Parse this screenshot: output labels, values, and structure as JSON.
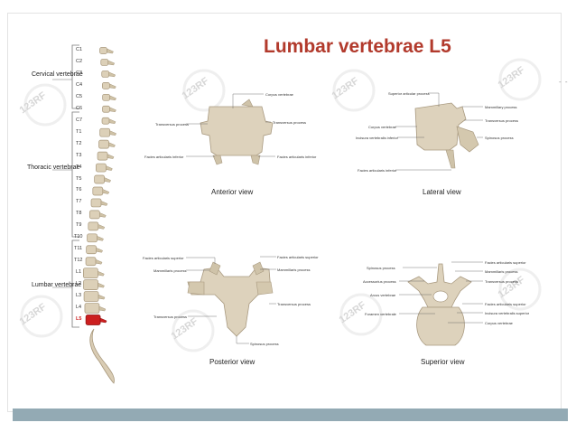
{
  "slide": {
    "title": "Lumbar vertebrae L5",
    "corner_mark": "- -"
  },
  "spine": {
    "regions": [
      {
        "id": "cervical",
        "label": "Cervical vertebrae"
      },
      {
        "id": "thoracic",
        "label": "Thoracic vertebrae"
      },
      {
        "id": "lumbar",
        "label": "Lumbar vertebrae"
      }
    ],
    "vertebra_labels": [
      "C1",
      "C2",
      "C3",
      "C4",
      "C5",
      "C6",
      "C7",
      "T1",
      "T2",
      "T3",
      "T4",
      "T5",
      "T6",
      "T7",
      "T8",
      "T9",
      "T10",
      "T11",
      "T12",
      "L1",
      "L2",
      "L3",
      "L4",
      "L5"
    ],
    "highlight_label": "L5",
    "highlight_color": "#cc1f1f"
  },
  "views": {
    "anterior": {
      "caption": "Anterior view",
      "labels": {
        "corpus_vertebrae": "Corpus vertebrae",
        "transverse_process_left": "Transversus process",
        "transverse_process_right": "Transversus process",
        "facies_inferior_left": "Facies articularis inferior",
        "facies_inferior_right": "Facies articularis inferior"
      }
    },
    "lateral": {
      "caption": "Lateral view",
      "labels": {
        "superior_articular": "Superior articular process",
        "mammillary": "Mammillary process",
        "transverse": "Transversus process",
        "corpus": "Corpus vertebrae",
        "incisura_inferior": "Incisura vertebralis inferior",
        "spinous": "Spinosus process",
        "facies_inferior": "Facies articularis inferior"
      }
    },
    "posterior": {
      "caption": "Posterior view",
      "labels": {
        "facies_superior_left": "Facies articularis superior",
        "facies_superior_right": "Facies articularis superior",
        "mammillary_left": "Mammillaris process",
        "mammillary_right": "Mammillaris process",
        "transverse_left": "Transversus process",
        "transverse_right": "Transversus process",
        "spinous": "Spinosus process"
      }
    },
    "superior": {
      "caption": "Superior view",
      "labels": {
        "spinous": "Spinosus process",
        "accessorius": "Accessorius process",
        "arcus": "Arcus vertebrae",
        "foramen": "Foramen vertebrale",
        "facies_superior": "Facies articularis superior",
        "mammillary": "Mammillaris process",
        "transverse": "Transversus process",
        "facies_superior_2": "Facies articularis superior",
        "incisura_superior": "Incisura vertebralis superior",
        "corpus": "Corpus vertebrae"
      }
    }
  },
  "watermark": {
    "text": "123RF"
  }
}
